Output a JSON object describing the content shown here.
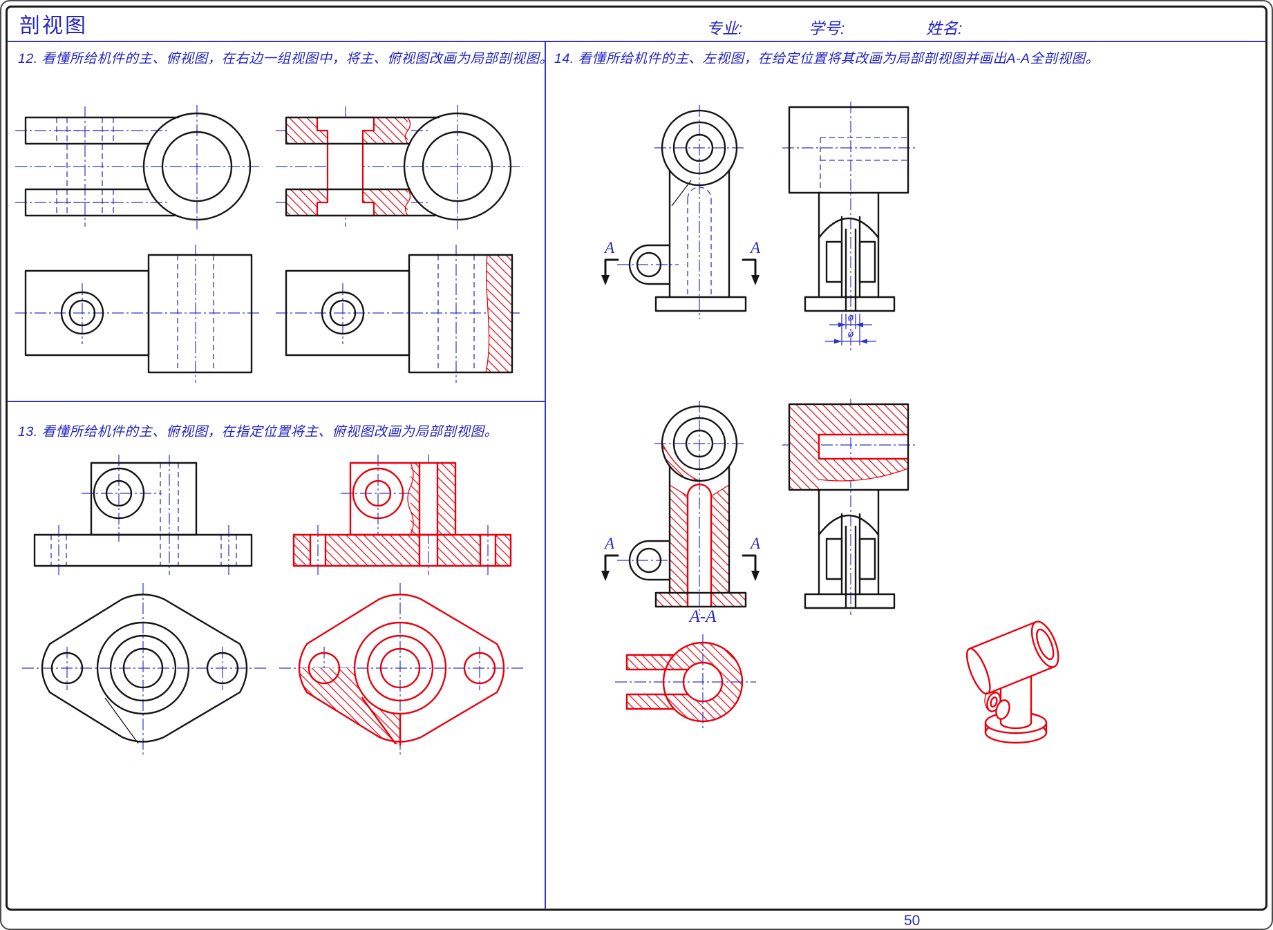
{
  "page": {
    "title": "剖视图",
    "page_number": "50"
  },
  "header": {
    "major_label": "专业:",
    "student_id_label": "学号:",
    "name_label": "姓名:"
  },
  "problems": {
    "p12": "12. 看懂所给机件的主、俯视图，在右边一组视图中，将主、俯视图改画为局部剖视图。",
    "p13": "13. 看懂所给机件的主、俯视图，在指定位置将主、俯视图改画为局部剖视图。",
    "p14": "14. 看懂所给机件的主、左视图，在给定位置将其改画为局部剖视图并画出A-A全剖视图。"
  },
  "labels": {
    "section_letter": "A",
    "section_view_title": "A-A",
    "diameter_symbol": "ø"
  },
  "colors": {
    "outline_black": "#151515",
    "answer_red": "#e8000d",
    "centerline_blue": "#3030cf",
    "text_blue": "#2626c4"
  }
}
